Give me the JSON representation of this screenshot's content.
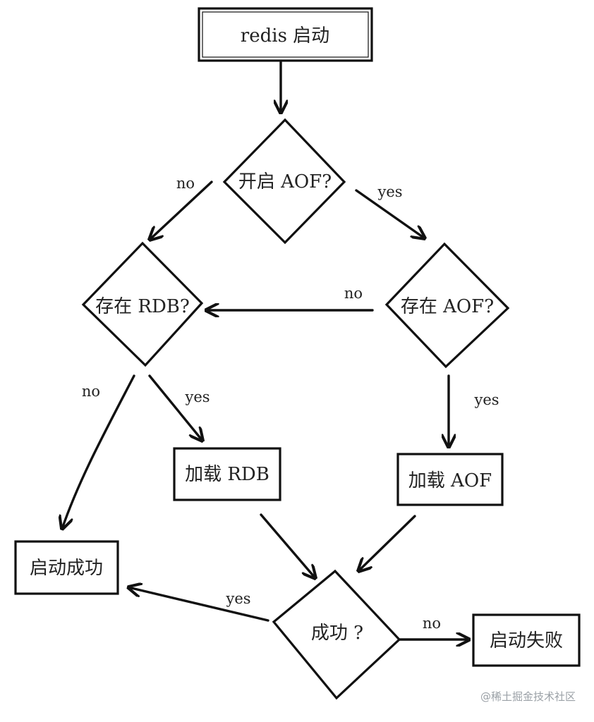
{
  "nodes": {
    "redis_start": "redis 启动",
    "aof_enabled": "开启 AOF?",
    "rdb_exists": "存在 RDB?",
    "aof_exists": "存在 AOF?",
    "load_rdb": "加载 RDB",
    "load_aof": "加载 AOF",
    "start_success": "启动成功",
    "success_check": "成功 ?",
    "start_fail": "启动失败"
  },
  "edge_labels": {
    "aof_enabled_no": "no",
    "aof_enabled_yes": "yes",
    "aof_exists_no": "no",
    "rdb_exists_no": "no",
    "rdb_exists_yes": "yes",
    "aof_exists_yes": "yes",
    "success_yes": "yes",
    "success_no": "no"
  },
  "watermark": "@稀土掘金技术社区"
}
